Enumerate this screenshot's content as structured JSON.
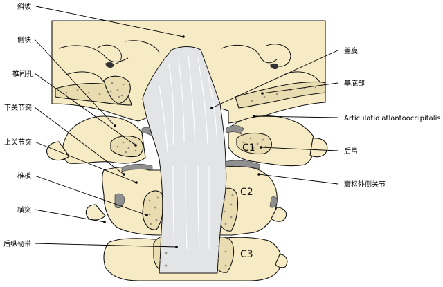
{
  "labels": {
    "clivus": "斜坡",
    "lateral_mass": "侧块",
    "intervertebral_foramen": "椎间孔",
    "inferior_articular_process": "下关节突",
    "superior_articular_process": "上关节突",
    "lamina": "椎板",
    "transverse_process": "横突",
    "posterior_longitudinal_ligament": "后纵韧带",
    "tectorial_membrane": "盖膜",
    "basilar_part": "基底部",
    "atlanto_occipital_joint": "Articulatio atlantooccipitalis",
    "posterior_arch": "后弓",
    "lateral_atlantoaxial_joint": "寰枢外侧关节"
  },
  "vertebra_labels": {
    "c1": "C1",
    "c2": "C2",
    "c3": "C3"
  },
  "colors": {
    "bone": "#f6ebc4",
    "spongy_bone": "#e9dcb0",
    "ligament": "#e2e4e6",
    "cartilage": "#8f8f8f",
    "outline": "#111111"
  }
}
